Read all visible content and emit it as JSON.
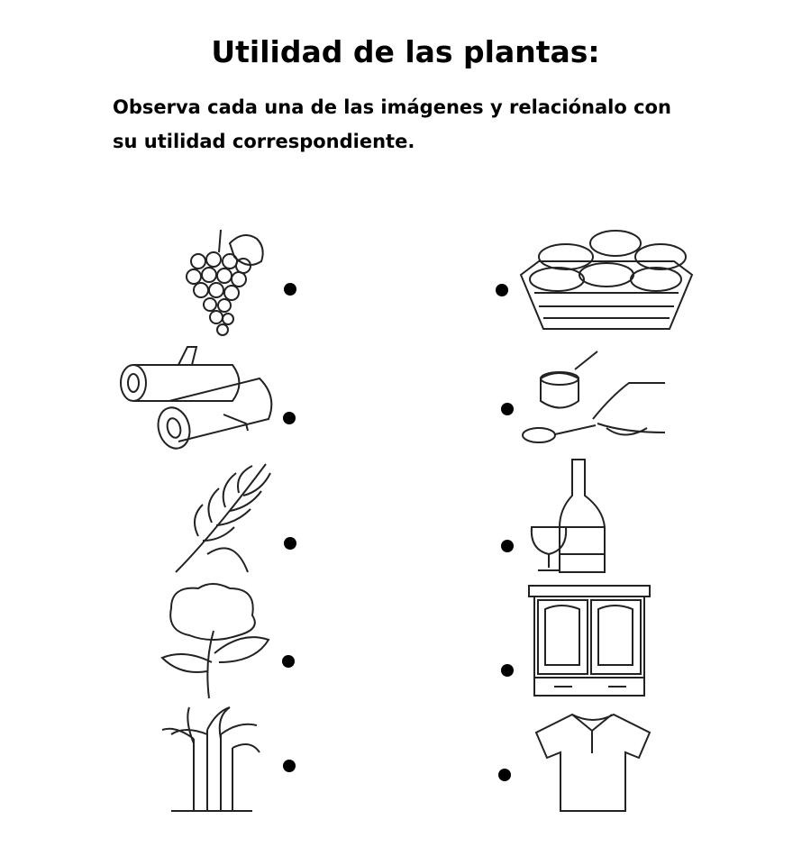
{
  "title": "Utilidad de las plantas:",
  "instructions": [
    "Observa cada una de las imágenes y relaciónalo con",
    "su utilidad correspondiente."
  ],
  "left_items": [
    {
      "icon": "grapes-icon"
    },
    {
      "icon": "logs-icon"
    },
    {
      "icon": "wheat-icon"
    },
    {
      "icon": "cotton-plant-icon"
    },
    {
      "icon": "sugarcane-icon"
    }
  ],
  "right_items": [
    {
      "icon": "bread-basket-icon"
    },
    {
      "icon": "sugar-spoon-icon"
    },
    {
      "icon": "wine-bottle-icon"
    },
    {
      "icon": "wardrobe-icon"
    },
    {
      "icon": "shirt-icon"
    }
  ]
}
